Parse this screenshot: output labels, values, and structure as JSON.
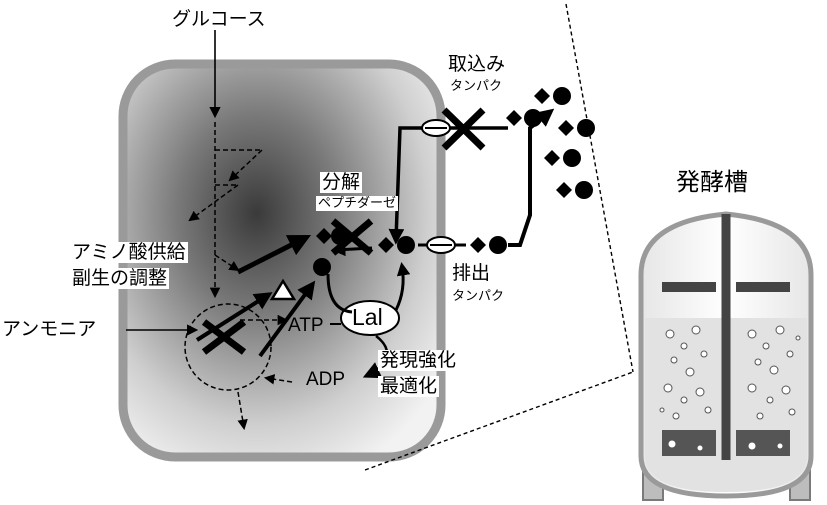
{
  "labels": {
    "glucose": "グルコース",
    "uptake_line1": "取込み",
    "uptake_line2": "タンパク",
    "degrade_line1": "分解",
    "degrade_line2": "ペプチダーゼ",
    "amino_line1": "アミノ酸供給",
    "amino_line2": "副生の調整",
    "ammonia": "アンモニア",
    "export_line1": "排出",
    "export_line2": "タンパク",
    "atp": "ATP",
    "adp": "ADP",
    "lal": "Lal",
    "expression_line1": "発現強化",
    "expression_line2": "最適化",
    "fermenter": "発酵槽"
  }
}
